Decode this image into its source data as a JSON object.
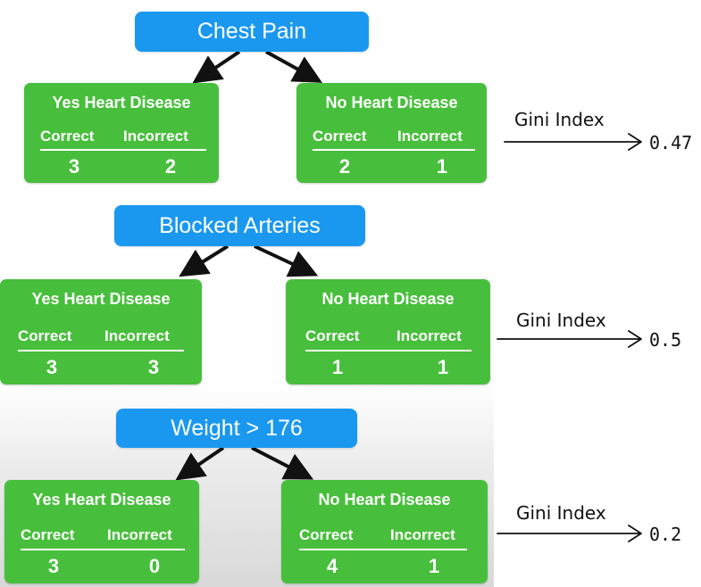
{
  "splits": [
    {
      "root": "Chest Pain",
      "left": {
        "title": "Yes Heart Disease",
        "correct_label": "Correct",
        "incorrect_label": "Incorrect",
        "correct": "3",
        "incorrect": "2"
      },
      "right": {
        "title": "No Heart Disease",
        "correct_label": "Correct",
        "incorrect_label": "Incorrect",
        "correct": "2",
        "incorrect": "1"
      },
      "gini_label": "Gini Index",
      "gini_value": "0.47"
    },
    {
      "root": "Blocked Arteries",
      "left": {
        "title": "Yes Heart Disease",
        "correct_label": "Correct",
        "incorrect_label": "Incorrect",
        "correct": "3",
        "incorrect": "3"
      },
      "right": {
        "title": "No Heart Disease",
        "correct_label": "Correct",
        "incorrect_label": "Incorrect",
        "correct": "1",
        "incorrect": "1"
      },
      "gini_label": "Gini Index",
      "gini_value": "0.5"
    },
    {
      "root": "Weight > 176",
      "left": {
        "title": "Yes Heart Disease",
        "correct_label": "Correct",
        "incorrect_label": "Incorrect",
        "correct": "3",
        "incorrect": "0"
      },
      "right": {
        "title": "No Heart Disease",
        "correct_label": "Correct",
        "incorrect_label": "Incorrect",
        "correct": "4",
        "incorrect": "1"
      },
      "gini_label": "Gini Index",
      "gini_value": "0.2"
    }
  ],
  "colors": {
    "root_node": "#1a98f0",
    "leaf_node": "#48bf3c",
    "text": "#ffffff"
  }
}
